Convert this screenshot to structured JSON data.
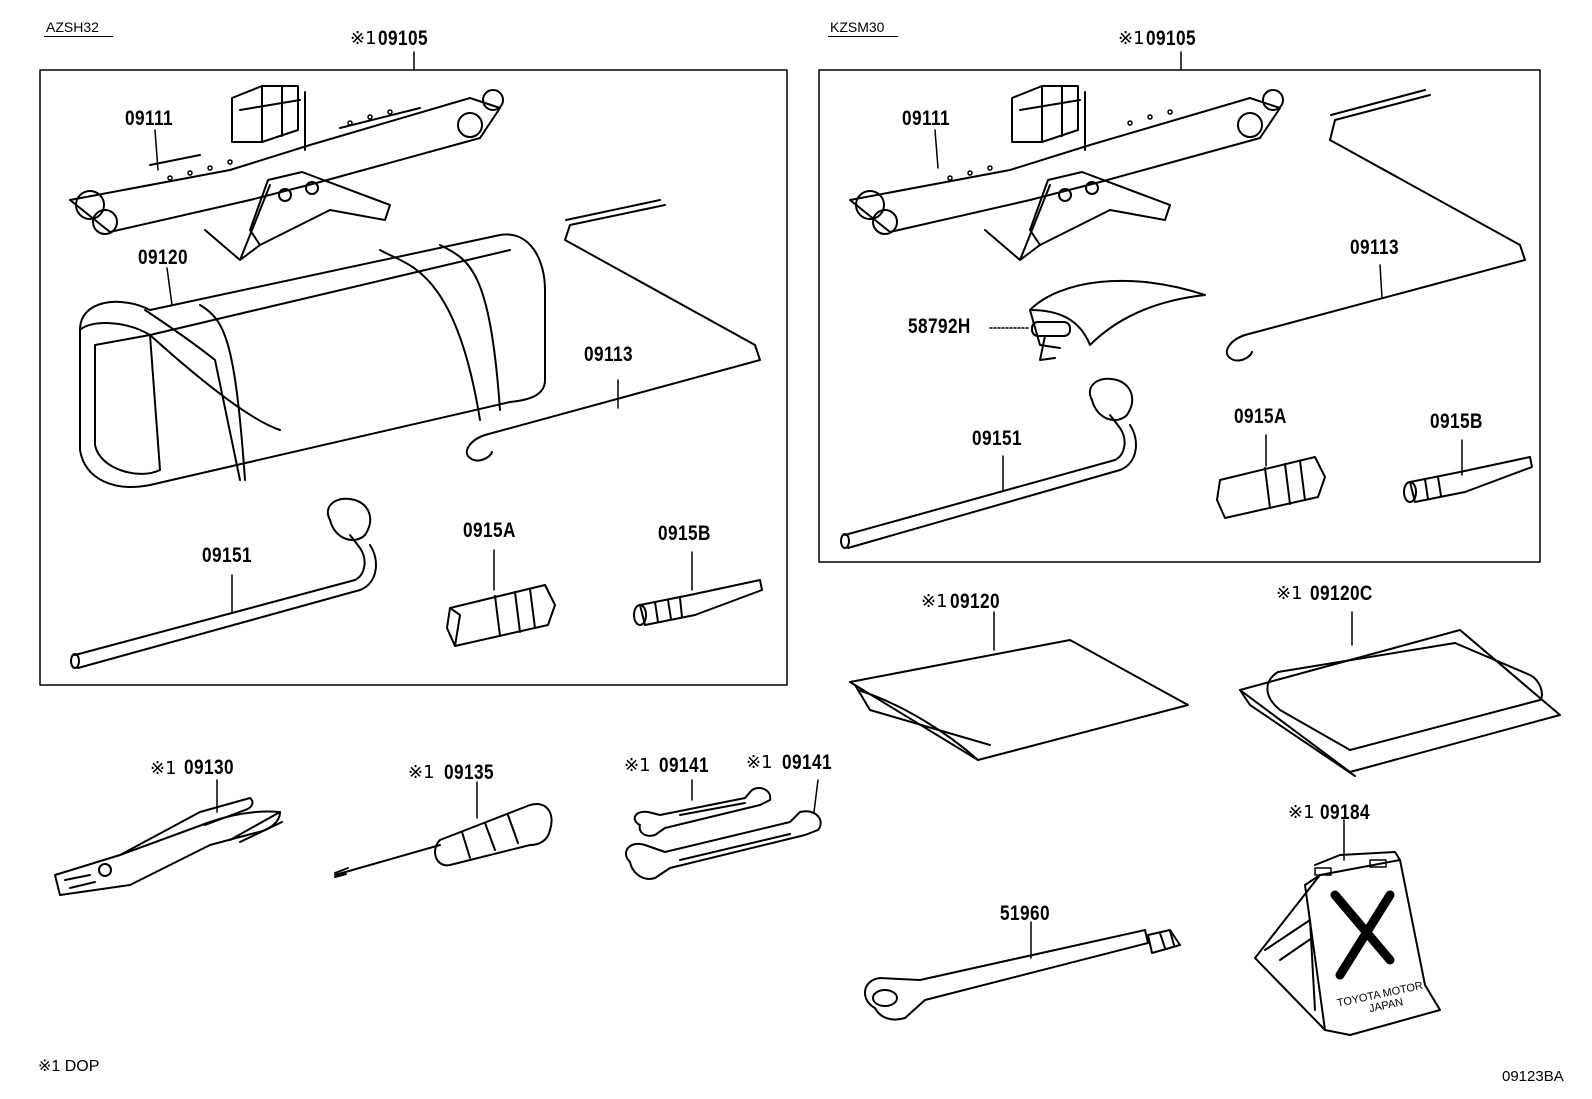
{
  "groups": {
    "left": {
      "model": "AZSH32"
    },
    "right": {
      "model": "KZSM30"
    }
  },
  "prefix": "※1",
  "labels": {
    "l_09105": "09105",
    "l_09111": "09111",
    "l_09120": "09120",
    "l_09113": "09113",
    "l_09151": "09151",
    "l_0915A": "0915A",
    "l_0915B": "0915B",
    "r_09105": "09105",
    "r_09111": "09111",
    "r_09113": "09113",
    "r_58792H": "58792H",
    "r_09151": "09151",
    "r_0915A": "0915A",
    "r_0915B": "0915B",
    "b_09120": "09120",
    "b_09120C": "09120C",
    "b_09130": "09130",
    "b_09135": "09135",
    "b_09141a": "09141",
    "b_09141b": "09141",
    "b_09184": "09184",
    "b_51960": "51960"
  },
  "wedge_marking": {
    "line1": "TOYOTA MOTOR",
    "line2": "JAPAN"
  },
  "footnote": "※1  DOP",
  "illustration_code": "09123BA"
}
